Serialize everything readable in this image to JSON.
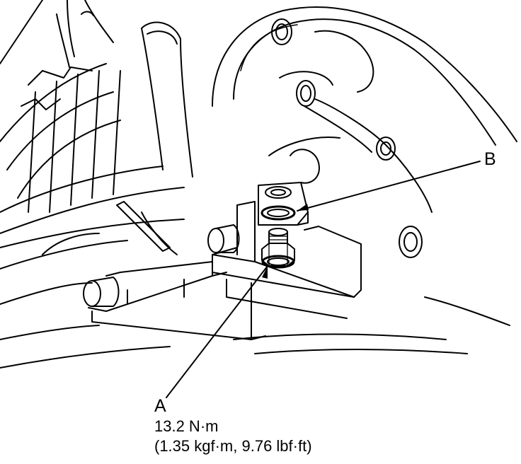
{
  "callouts": {
    "a": {
      "letter": "A",
      "torque_nm": "13.2 N·m",
      "torque_imperial": "(1.35 kgf·m, 9.76 lbf·ft)"
    },
    "b": {
      "letter": "B"
    }
  },
  "colors": {
    "ink": "#000000",
    "paper": "#ffffff"
  }
}
